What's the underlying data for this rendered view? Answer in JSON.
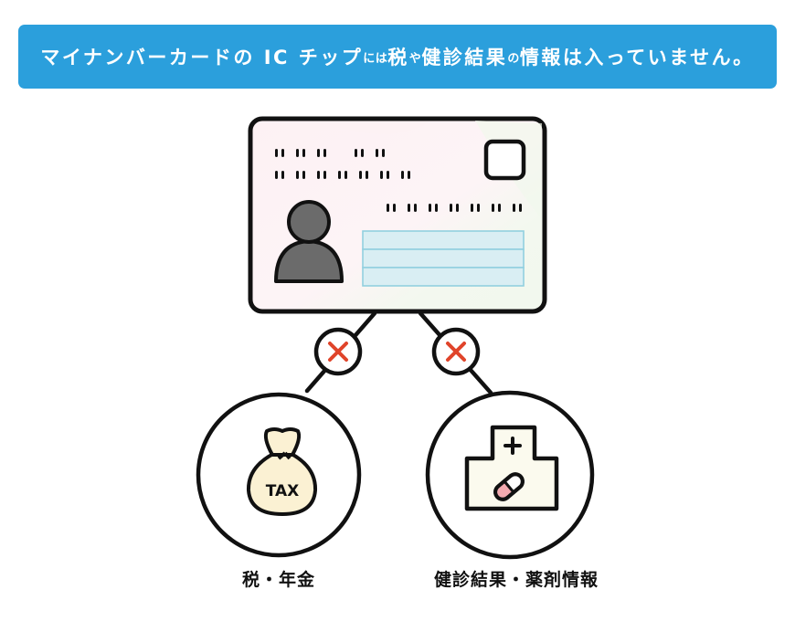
{
  "banner": {
    "part1": "マイナンバーカードの IC チップ",
    "part2_small": "には",
    "part3": "税",
    "part4_small": "や",
    "part5": "健診結果",
    "part6_small": "の",
    "part7": "情報は入っていません。",
    "background_color": "#2b9fdc"
  },
  "card": {
    "icon": "my-number-card-icon",
    "chip_icon": "ic-chip-icon",
    "avatar_icon": "person-silhouette-icon",
    "field_rows": 3
  },
  "connectors": [
    {
      "id": "left",
      "status_icon": "cross-icon",
      "status_color": "#e0442a"
    },
    {
      "id": "right",
      "status_icon": "cross-icon",
      "status_color": "#e0442a"
    }
  ],
  "categories": [
    {
      "id": "tax",
      "icon": "tax-money-bag-icon",
      "icon_text": "TAX",
      "label": "税・年金"
    },
    {
      "id": "health",
      "icon": "hospital-medicine-icon",
      "label": "健診結果・薬剤情報"
    }
  ]
}
